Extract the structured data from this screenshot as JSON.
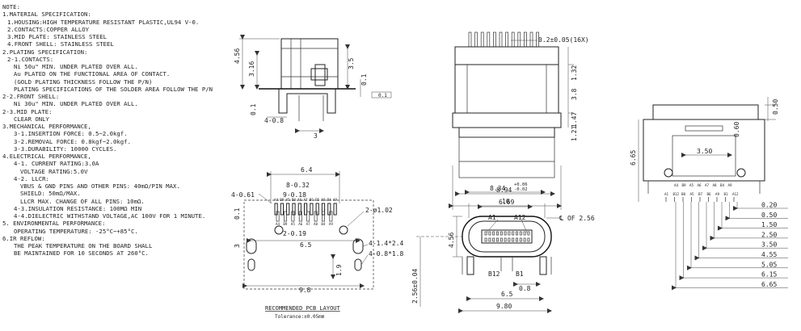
{
  "notes": {
    "heading": "NOTE:",
    "lines": [
      {
        "t": "1.MATERIAL SPECIFICATION:",
        "i": 0
      },
      {
        "t": "1.HOUSING:HIGH TEMPERATURE RESISTANT PLASTIC,UL94 V-0.",
        "i": 1
      },
      {
        "t": "2.CONTACTS:COPPER ALLOY",
        "i": 1
      },
      {
        "t": "3.MID PLATE: STAINLESS STEEL",
        "i": 1
      },
      {
        "t": "4.FRONT SHELL: STAINLESS STEEL",
        "i": 1
      },
      {
        "t": "2.PLATING SPECIFICATION:",
        "i": 0
      },
      {
        "t": "2-1.CONTACTS:",
        "i": 1
      },
      {
        "t": "Ni 50u\" MIN. UNDER PLATED OVER ALL.",
        "i": 2
      },
      {
        "t": "Au PLATED ON THE FUNCTIONAL AREA OF CONTACT.",
        "i": 2
      },
      {
        "t": "(GOLD PLATING THICKNESS FOLLOW THE P/N)",
        "i": 2
      },
      {
        "t": "PLATING SPECIFICATIONS OF THE SOLDER AREA FOLLOW THE P/N",
        "i": 2
      },
      {
        "t": "2-2.FRONT SHELL:",
        "i": 0
      },
      {
        "t": "Ni 30u\" MIN. UNDER PLATED OVER ALL.",
        "i": 2
      },
      {
        "t": "2-3.MID PLATE:",
        "i": 0
      },
      {
        "t": "CLEAR ONLY",
        "i": 2
      },
      {
        "t": "3.MECHANICAL PERFORMANCE,",
        "i": 0
      },
      {
        "t": "3-1.INSERTION FORCE: 0.5~2.0kgf.",
        "i": 2
      },
      {
        "t": "3-2.REMOVAL FORCE: 0.8kgf~2.0kgf.",
        "i": 2
      },
      {
        "t": "3-3.DURABILITY: 10000 CYCLES.",
        "i": 2
      },
      {
        "t": "4.ELECTRICAL PERFORMANCE,",
        "i": 0
      },
      {
        "t": "4-1. CURRENT RATING:3.0A",
        "i": 2
      },
      {
        "t": "VOLTAGE RATING:5.0V",
        "i": 3
      },
      {
        "t": "4-2. LLCR:",
        "i": 2
      },
      {
        "t": "VBUS & GND PINS AND OTHER PINS: 40mΩ/PIN MAX.",
        "i": 3
      },
      {
        "t": "SHIELD: 50mΩ/MAX.",
        "i": 3
      },
      {
        "t": "LLCR MAX. CHANGE OF ALL PINS: 10mΩ.",
        "i": 3
      },
      {
        "t": "4-3.INSULATION RESISTANCE: 100MΩ   MIN",
        "i": 2
      },
      {
        "t": "4-4.DIELECTRIC WITHSTAND VOLTAGE,AC 100V FOR 1 MINUTE.",
        "i": 2
      },
      {
        "t": "5. ENVIRONMENTAL PERFORMANCE:",
        "i": 0
      },
      {
        "t": "OPERATING TEMPERATURE: -25°C~+85°C.",
        "i": 2
      },
      {
        "t": "6.IR REFLOW:",
        "i": 0
      },
      {
        "t": "THE PEAK TEMPERATURE ON THE BOARD SHALL",
        "i": 2
      },
      {
        "t": "BE MAINTAINED FOR 10 SECONDS AT 260°C.",
        "i": 2
      }
    ]
  },
  "side_view": {
    "d_456": "4.56",
    "d_316": "3.16",
    "d_35": "3.5",
    "d_01a": "0.1",
    "d_01b": "0.1",
    "d_48": "4-0.8",
    "d_3": "3",
    "flat": "0.1"
  },
  "pcb": {
    "title": "RECOMMENDED PCB LAYOUT",
    "tolerance": "Tolerance:±0.05mm",
    "d_64": "6.4",
    "d_832": "8-0.32",
    "d_918": "9-0.18",
    "d_461": "4-0.61",
    "d_2phi": "2-ø1.02",
    "d_219": "2-0.19",
    "d_65": "6.5",
    "d_01": "0.1",
    "d_3": "3",
    "d_19": "1.9",
    "d_98": "9.8",
    "d_4slot1": "4-1.4*2.4",
    "d_4slot2": "4-0.8*1.8",
    "pin_top": [
      "A4",
      "B9",
      "A5",
      "B8",
      "A6",
      "A7",
      "B6",
      "B5",
      "A8",
      "B4",
      "A9"
    ],
    "pin_bot": [
      "A4",
      "B9",
      "A5",
      "A6",
      "A7",
      "A8",
      "B4",
      "A9"
    ]
  },
  "top_view": {
    "d_02": "0.2±0.05(16X)",
    "d_132": "1.32",
    "d_38": "3.8",
    "d_147": "1.47",
    "d_121": "1.21",
    "d_894": "8.94",
    "d_10": "10"
  },
  "front_view": {
    "d_834": "8.34",
    "tol_up": "+0.06",
    "tol_dn": "-0.02",
    "d_669": "6.69",
    "a1": "A1",
    "a12": "A12",
    "b12": "B12",
    "b1": "B1",
    "cl": "℄ OF 2.56",
    "d_456": "4.56",
    "d_08": "0.8",
    "d_65": "6.5",
    "d_256": "2.56±0.04",
    "d_98": "9.80"
  },
  "back_view": {
    "d_050": "0.50",
    "d_350": "3.50",
    "d_060": "0.60",
    "d_665": "6.65",
    "pin_top": [
      "A4",
      "B9",
      "A5",
      "A6",
      "A7",
      "A8",
      "B4",
      "A9"
    ],
    "pin_bot": [
      "A1",
      "B12",
      "B8",
      "A5",
      "B7",
      "B6",
      "A9",
      "B1",
      "A12"
    ],
    "dims": [
      "0.20",
      "0.50",
      "1.50",
      "2.50",
      "3.50",
      "4.55",
      "5.05",
      "6.15",
      "6.65"
    ]
  }
}
